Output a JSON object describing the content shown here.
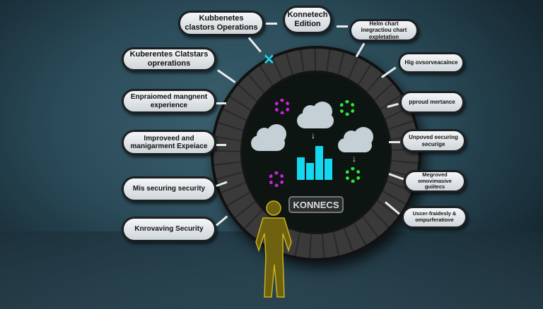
{
  "top_labels": {
    "k8s_ops_top": "Kubbenetes clastors Operations",
    "edition": "Konnetech Edition",
    "helm": "Helm chart inegractiou chart expletation"
  },
  "left_labels": [
    "Kuberentes Clatstars oprerations",
    "Enpraiomed mangnent experience",
    "Improveed and manigarment Expeiace",
    "Mis securing security",
    "Knrovaving Security"
  ],
  "right_labels": [
    "Hig ovsorveacaince",
    "pproud mertance",
    "Unpoved eecuring securige",
    "Megroved omovimasive guiitecs",
    "Uscer-fraidesly & ompurferatiove"
  ],
  "center_label": "KONNECS",
  "colors": {
    "bars": "#15d8f0",
    "gear_magenta": "#d21ee0",
    "gear_green": "#2ee83a",
    "person": "#8a7a10"
  }
}
